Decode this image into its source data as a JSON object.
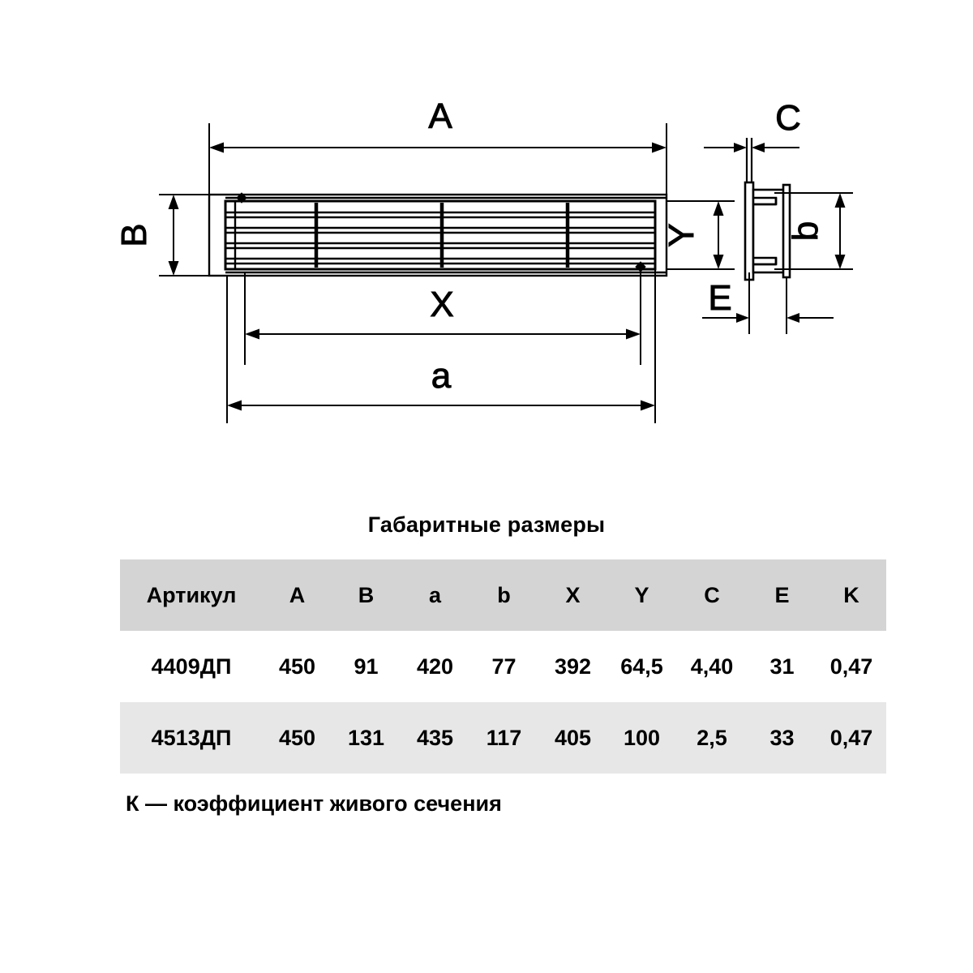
{
  "drawing": {
    "labels": {
      "A": "A",
      "B": "B",
      "C": "C",
      "E": "E",
      "X": "X",
      "Y": "Y",
      "a": "a",
      "b": "b"
    }
  },
  "table_section": {
    "title": "Габаритные размеры",
    "footnote": "К — коэффициент живого сечения",
    "headers": [
      "Артикул",
      "A",
      "B",
      "a",
      "b",
      "X",
      "Y",
      "C",
      "E",
      "K"
    ],
    "rows": [
      {
        "article": "4409ДП",
        "A": "450",
        "B": "91",
        "a": "420",
        "b": "77",
        "X": "392",
        "Y": "64,5",
        "C": "4,40",
        "E": "31",
        "K": "0,47"
      },
      {
        "article": "4513ДП",
        "A": "450",
        "B": "131",
        "a": "435",
        "b": "117",
        "X": "405",
        "Y": "100",
        "C": "2,5",
        "E": "33",
        "K": "0,47"
      }
    ],
    "colors": {
      "header_bg": "#d4d4d4",
      "alt_row_bg": "#e7e7e7",
      "row_bg": "#ffffff",
      "text": "#000000"
    }
  }
}
